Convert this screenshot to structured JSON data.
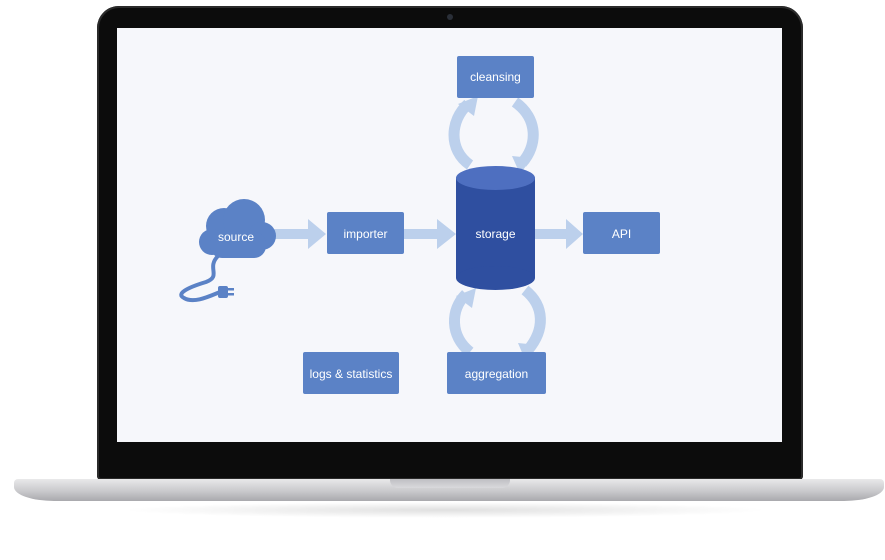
{
  "diagram": {
    "nodes": {
      "source": "source",
      "importer": "importer",
      "storage": "storage",
      "api": "API",
      "cleansing": "cleansing",
      "aggregation": "aggregation",
      "logs": "logs & statistics"
    },
    "colors": {
      "box": "#5b82c6",
      "cylinder": "#2f4fa0",
      "arrow": "#bcd0ec",
      "cloud": "#5b82c6"
    }
  }
}
